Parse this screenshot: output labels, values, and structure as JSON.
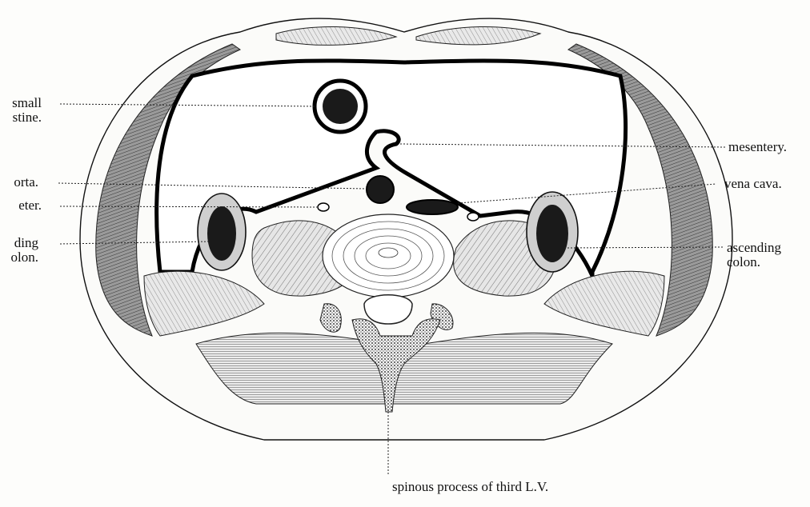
{
  "figure": {
    "labels_left": [
      {
        "id": "small-intestine",
        "line1": "small",
        "line2": "stine."
      },
      {
        "id": "aorta",
        "line1": "orta.",
        "line2": ""
      },
      {
        "id": "ureter",
        "line1": "eter.",
        "line2": ""
      },
      {
        "id": "descending-colon",
        "line1": "ding",
        "line2": "olon."
      }
    ],
    "labels_right": [
      {
        "id": "mesentery",
        "line1": "mesentery.",
        "line2": ""
      },
      {
        "id": "vena-cava",
        "line1": "vena cava.",
        "line2": ""
      },
      {
        "id": "ascending-colon",
        "line1": "ascending",
        "line2": "colon."
      }
    ],
    "bottom_label": "spinous process of third L.V."
  },
  "colors": {
    "ink": "#111111",
    "paper": "#fdfdfb",
    "muscle": "#cfcfcf",
    "dark_muscle": "#8a8a8a",
    "lumen": "#1a1a1a"
  }
}
